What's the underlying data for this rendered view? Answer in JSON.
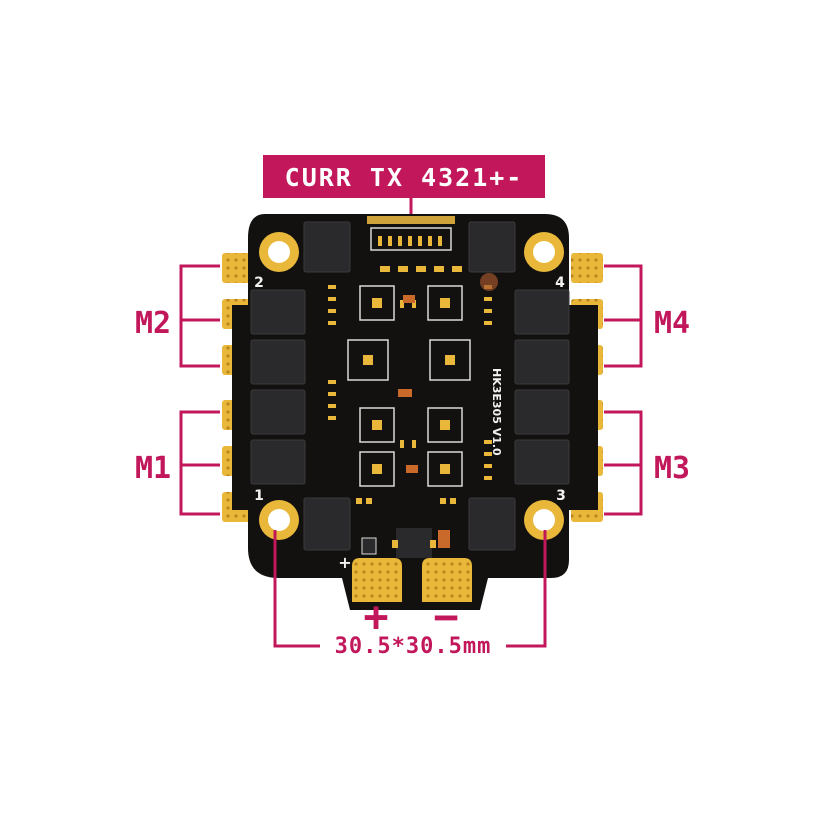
{
  "header_label": "CURR TX 4321+-",
  "motor_labels": {
    "m1": "M1",
    "m2": "M2",
    "m3": "M3",
    "m4": "M4"
  },
  "power_labels": {
    "positive": "+",
    "negative": "−"
  },
  "dimension_label": "30.5*30.5mm",
  "silkscreen": {
    "hole_1": "1",
    "hole_2": "2",
    "hole_3": "3",
    "hole_4": "4",
    "small_plus": "+",
    "board_name": "HK3E305 V1.0"
  },
  "colors": {
    "callout": "#c2185b",
    "board": "#121110",
    "pad": "#e9b83a",
    "chip": "#2a2a2c",
    "silk": "#f2f2f2"
  }
}
